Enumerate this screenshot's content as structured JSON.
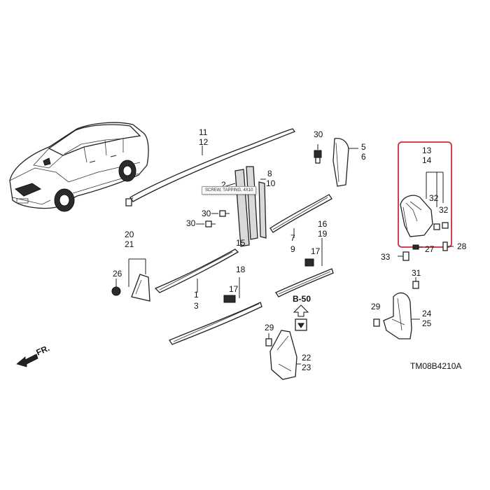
{
  "callouts": {
    "n11": "11",
    "n12": "12",
    "n2": "2",
    "n8": "8",
    "n10": "10",
    "n30a": "30",
    "n30b": "30",
    "n30c": "30",
    "n5": "5",
    "n6": "6",
    "n13": "13",
    "n14": "14",
    "n32a": "32",
    "n32b": "32",
    "n27": "27",
    "n28": "28",
    "n33": "33",
    "n31": "31",
    "n29a": "29",
    "n24": "24",
    "n25": "25",
    "n20": "20",
    "n21": "21",
    "n26": "26",
    "n1": "1",
    "n3": "3",
    "n15": "15",
    "n18": "18",
    "n17a": "17",
    "n16": "16",
    "n19": "19",
    "n17b": "17",
    "n7": "7",
    "n9": "9",
    "n29b": "29",
    "n22": "22",
    "n23": "23"
  },
  "reference": "B-50",
  "direction_label": "FR.",
  "diagram_code": "TM08B4210A",
  "tooltip_text": "SCREW, TAPPING, 4X10",
  "highlight_color": "#cc2a3a"
}
